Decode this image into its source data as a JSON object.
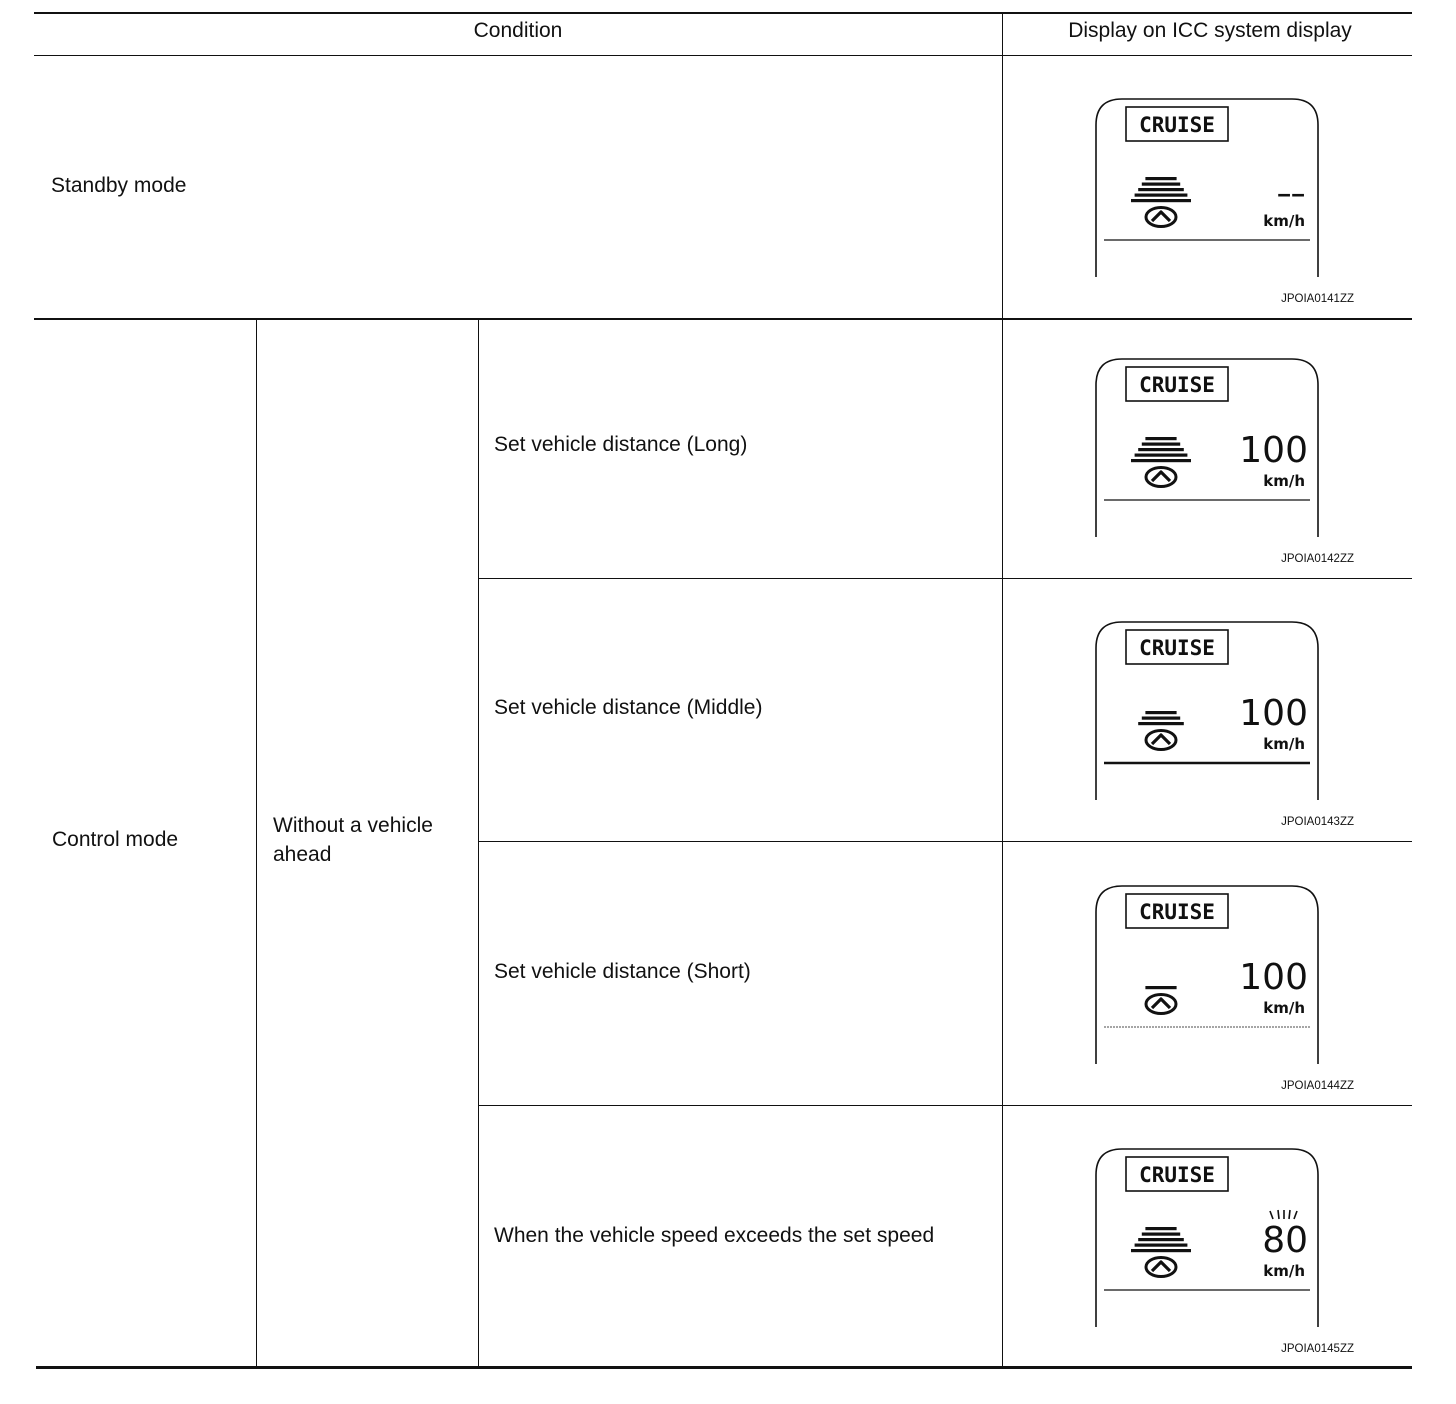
{
  "header": {
    "condition": "Condition",
    "display": "Display on ICC system display"
  },
  "rows": [
    {
      "col1": "Standby mode",
      "display": {
        "label": "CRUISE",
        "speed": "",
        "speed_placeholder": "‒‒",
        "unit": "km/h",
        "code": "JPOIA0141ZZ",
        "distance_bars": 5,
        "exceed_indicator": false
      }
    },
    {
      "col1": "Control mode",
      "col2": "Without a vehicle ahead",
      "col3": "Set vehicle distance (Long)",
      "display": {
        "label": "CRUISE",
        "speed": "100",
        "unit": "km/h",
        "code": "JPOIA0142ZZ",
        "distance_bars": 5,
        "exceed_indicator": false
      }
    },
    {
      "col3": "Set vehicle distance (Middle)",
      "display": {
        "label": "CRUISE",
        "speed": "100",
        "unit": "km/h",
        "code": "JPOIA0143ZZ",
        "distance_bars": 3,
        "exceed_indicator": false
      }
    },
    {
      "col3": "Set vehicle distance (Short)",
      "display": {
        "label": "CRUISE",
        "speed": "100",
        "unit": "km/h",
        "code": "JPOIA0144ZZ",
        "distance_bars": 1,
        "exceed_indicator": false
      }
    },
    {
      "col3": "When the vehicle speed exceeds the set speed",
      "display": {
        "label": "CRUISE",
        "speed": "80",
        "unit": "km/h",
        "code": "JPOIA0145ZZ",
        "distance_bars": 5,
        "exceed_indicator": true
      }
    }
  ]
}
